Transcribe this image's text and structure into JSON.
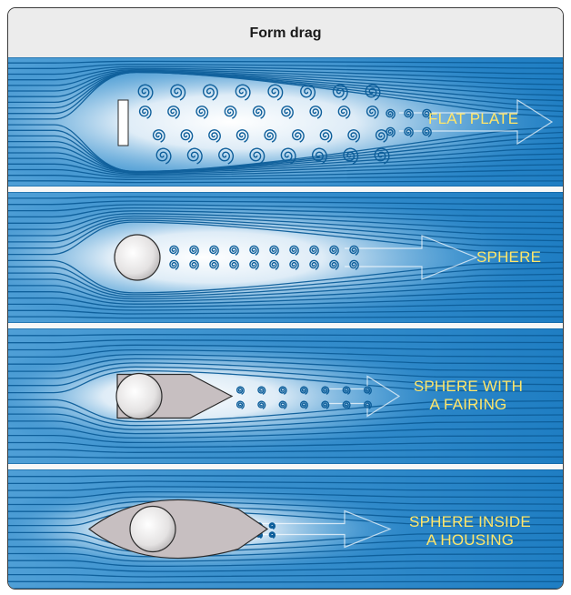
{
  "title": "Form drag",
  "panels": [
    {
      "id": "flat-plate",
      "label_lines": [
        "FLAT PLATE"
      ]
    },
    {
      "id": "sphere",
      "label_lines": [
        "SPHERE"
      ]
    },
    {
      "id": "sphere-fairing",
      "label_lines": [
        "SPHERE WITH",
        "A FAIRING"
      ]
    },
    {
      "id": "sphere-housing",
      "label_lines": [
        "SPHERE INSIDE",
        "A HOUSING"
      ]
    }
  ],
  "colors": {
    "flow_blue": "#1f7ec3",
    "streamline": "#0d5e9a",
    "label": "#ffe66a",
    "body_fill": "#e4e2e2",
    "fairing_fill": "#c7bfc1"
  }
}
